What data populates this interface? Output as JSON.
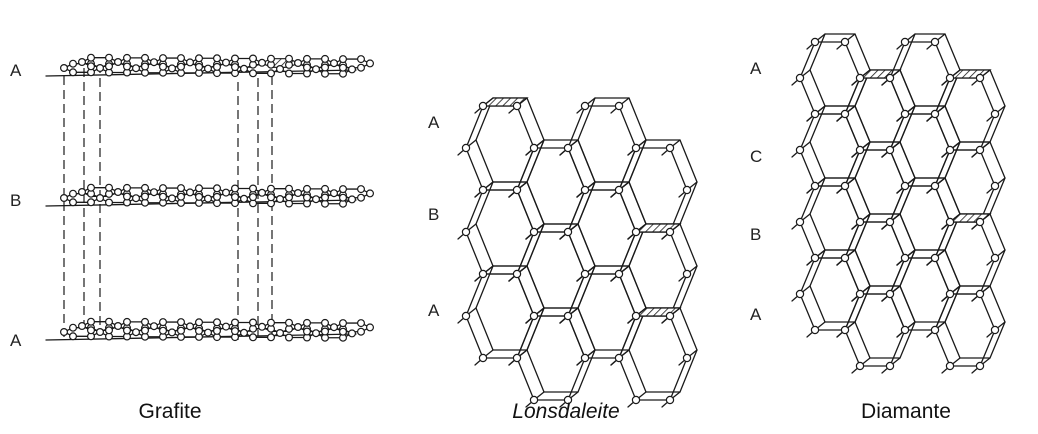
{
  "panels": [
    {
      "id": "grafite",
      "caption": "Grafite",
      "italic": false,
      "layers": [
        "A",
        "B",
        "A"
      ]
    },
    {
      "id": "lonsdaleite",
      "caption": "Lonsdaleite",
      "italic": true,
      "layers": [
        "A",
        "B",
        "A"
      ]
    },
    {
      "id": "diamante",
      "caption": "Diamante",
      "italic": false,
      "layers": [
        "A",
        "C",
        "B",
        "A"
      ]
    }
  ]
}
